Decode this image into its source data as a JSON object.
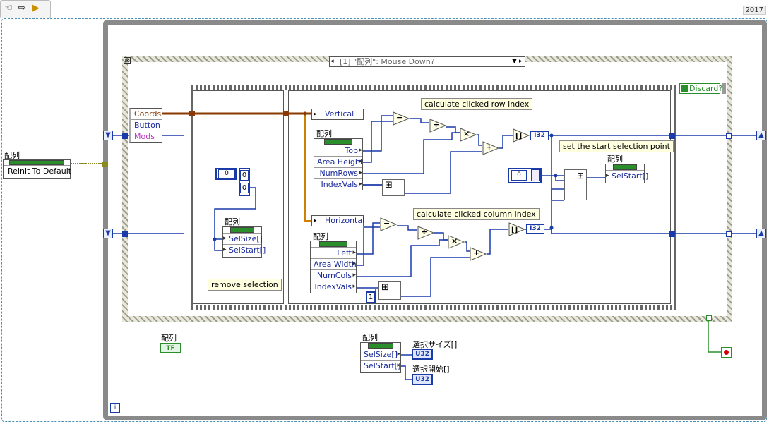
{
  "version": "2017",
  "toolbar": {
    "icons": [
      "hand-icon",
      "arrow-icon",
      "run-icon"
    ]
  },
  "cluster_label": "配列",
  "reinit_label": "Reinit To Default",
  "case_selector": "[1] \"配列\": Mouse Down?",
  "event_data": [
    "Coords",
    "Button",
    "Mods"
  ],
  "discard_label": "Discard?",
  "vertical_label": "Vertical",
  "horizontal_label": "Horizontal",
  "comments": {
    "row": "calculate clicked row index",
    "col": "calculate clicked column index",
    "start": "set the start selection point",
    "remove": "remove selection"
  },
  "row_node": {
    "label": "配列",
    "rows": [
      "Top",
      "Area Height",
      "NumRows",
      "IndexVals"
    ]
  },
  "col_node": {
    "label": "配列",
    "rows": [
      "Left",
      "Area Width",
      "NumCols",
      "IndexVals"
    ]
  },
  "remove_node": {
    "label": "配列",
    "rows": [
      "SelSize[]",
      "SelStart[]"
    ]
  },
  "start_node": {
    "label": "配列",
    "rows": [
      "SelStart[]"
    ]
  },
  "bottom_node": {
    "label": "配列",
    "rows": [
      "SelSize[]",
      "SelStart[]"
    ]
  },
  "bottom_bool_label": "配列",
  "sel_size_label": "選択サイズ[]",
  "sel_start_label": "選択開始[]",
  "consts": {
    "zero": "0",
    "one": "1"
  },
  "types": {
    "u32": "U32",
    "i32": "I32",
    "tf": "TF"
  },
  "ops": {
    "minus": "−",
    "div": "÷",
    "mul": "×",
    "plus": "+"
  },
  "iter_label": "i"
}
